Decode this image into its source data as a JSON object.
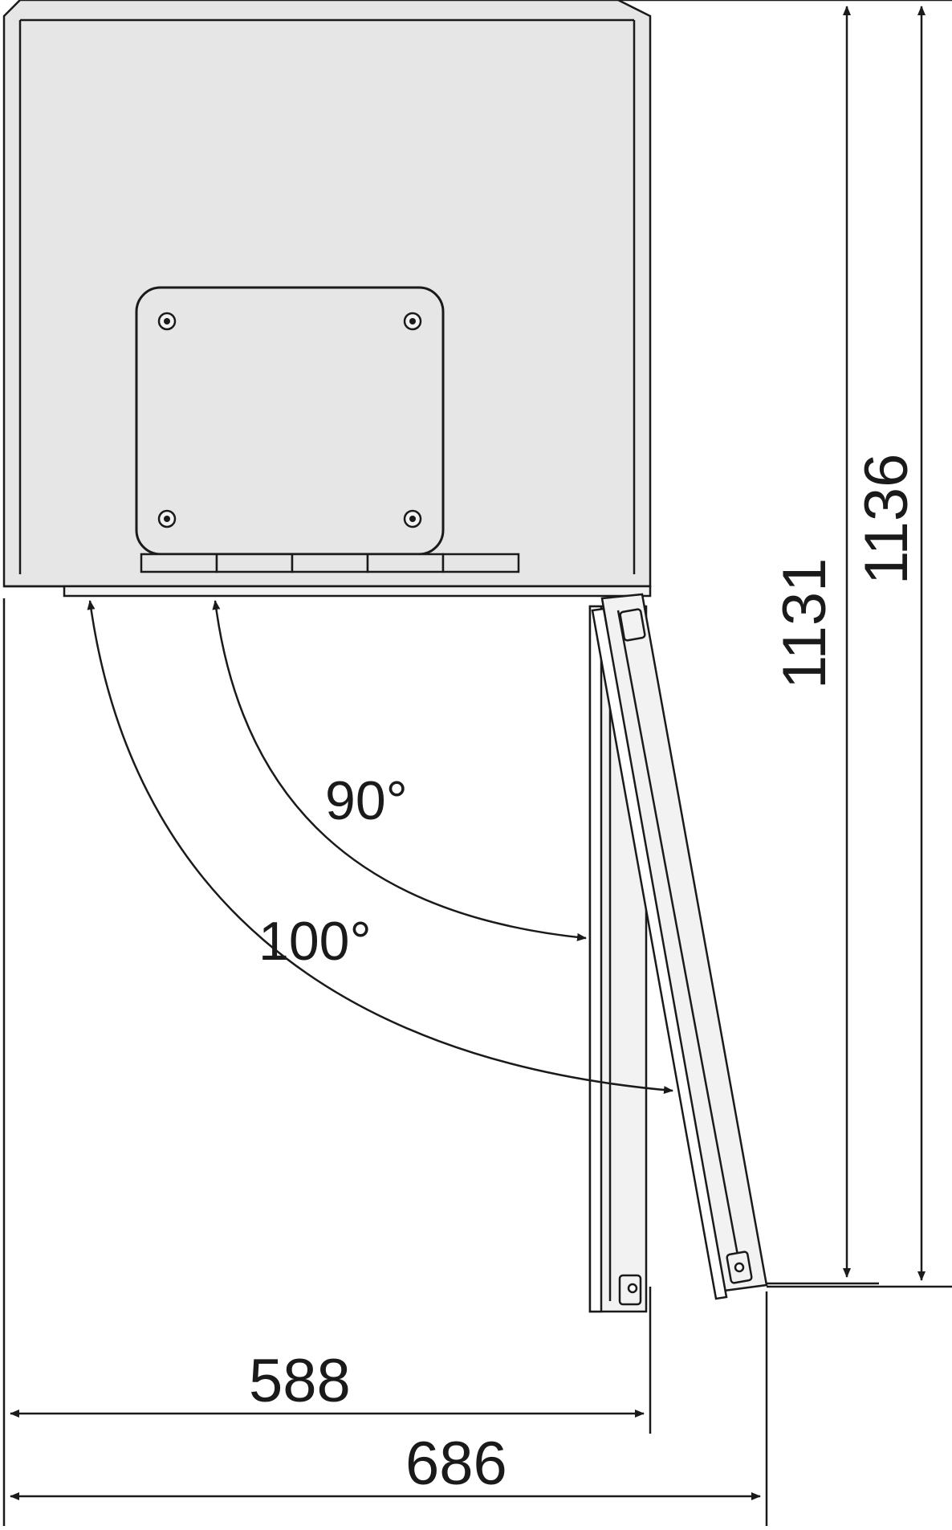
{
  "dimensions": {
    "height_door_closed": "1131",
    "height_total": "1136",
    "width_body": "588",
    "width_with_door_open": "686"
  },
  "angles": {
    "opening_standard": "90°",
    "opening_max": "100°"
  },
  "colors": {
    "stroke": "#1a1a1a",
    "cabinet_fill": "#e6e6e6",
    "door_fill": "#f2f2f2",
    "background": "#ffffff"
  }
}
